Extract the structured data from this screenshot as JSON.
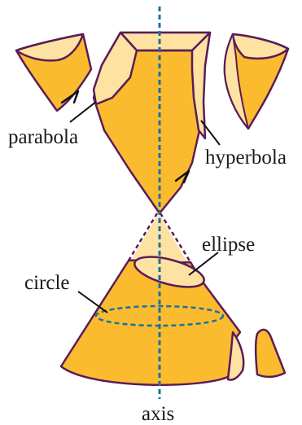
{
  "labels": {
    "parabola": "parabola",
    "hyperbola": "hyperbola",
    "ellipse": "ellipse",
    "circle": "circle",
    "axis": "axis"
  },
  "colors": {
    "cone_fill": "#fbbb2f",
    "cone_light": "#fde2a2",
    "outline": "#5a1c58",
    "axis": "#1e6f9f",
    "background": "#ffffff",
    "text": "#1a1a1a"
  }
}
